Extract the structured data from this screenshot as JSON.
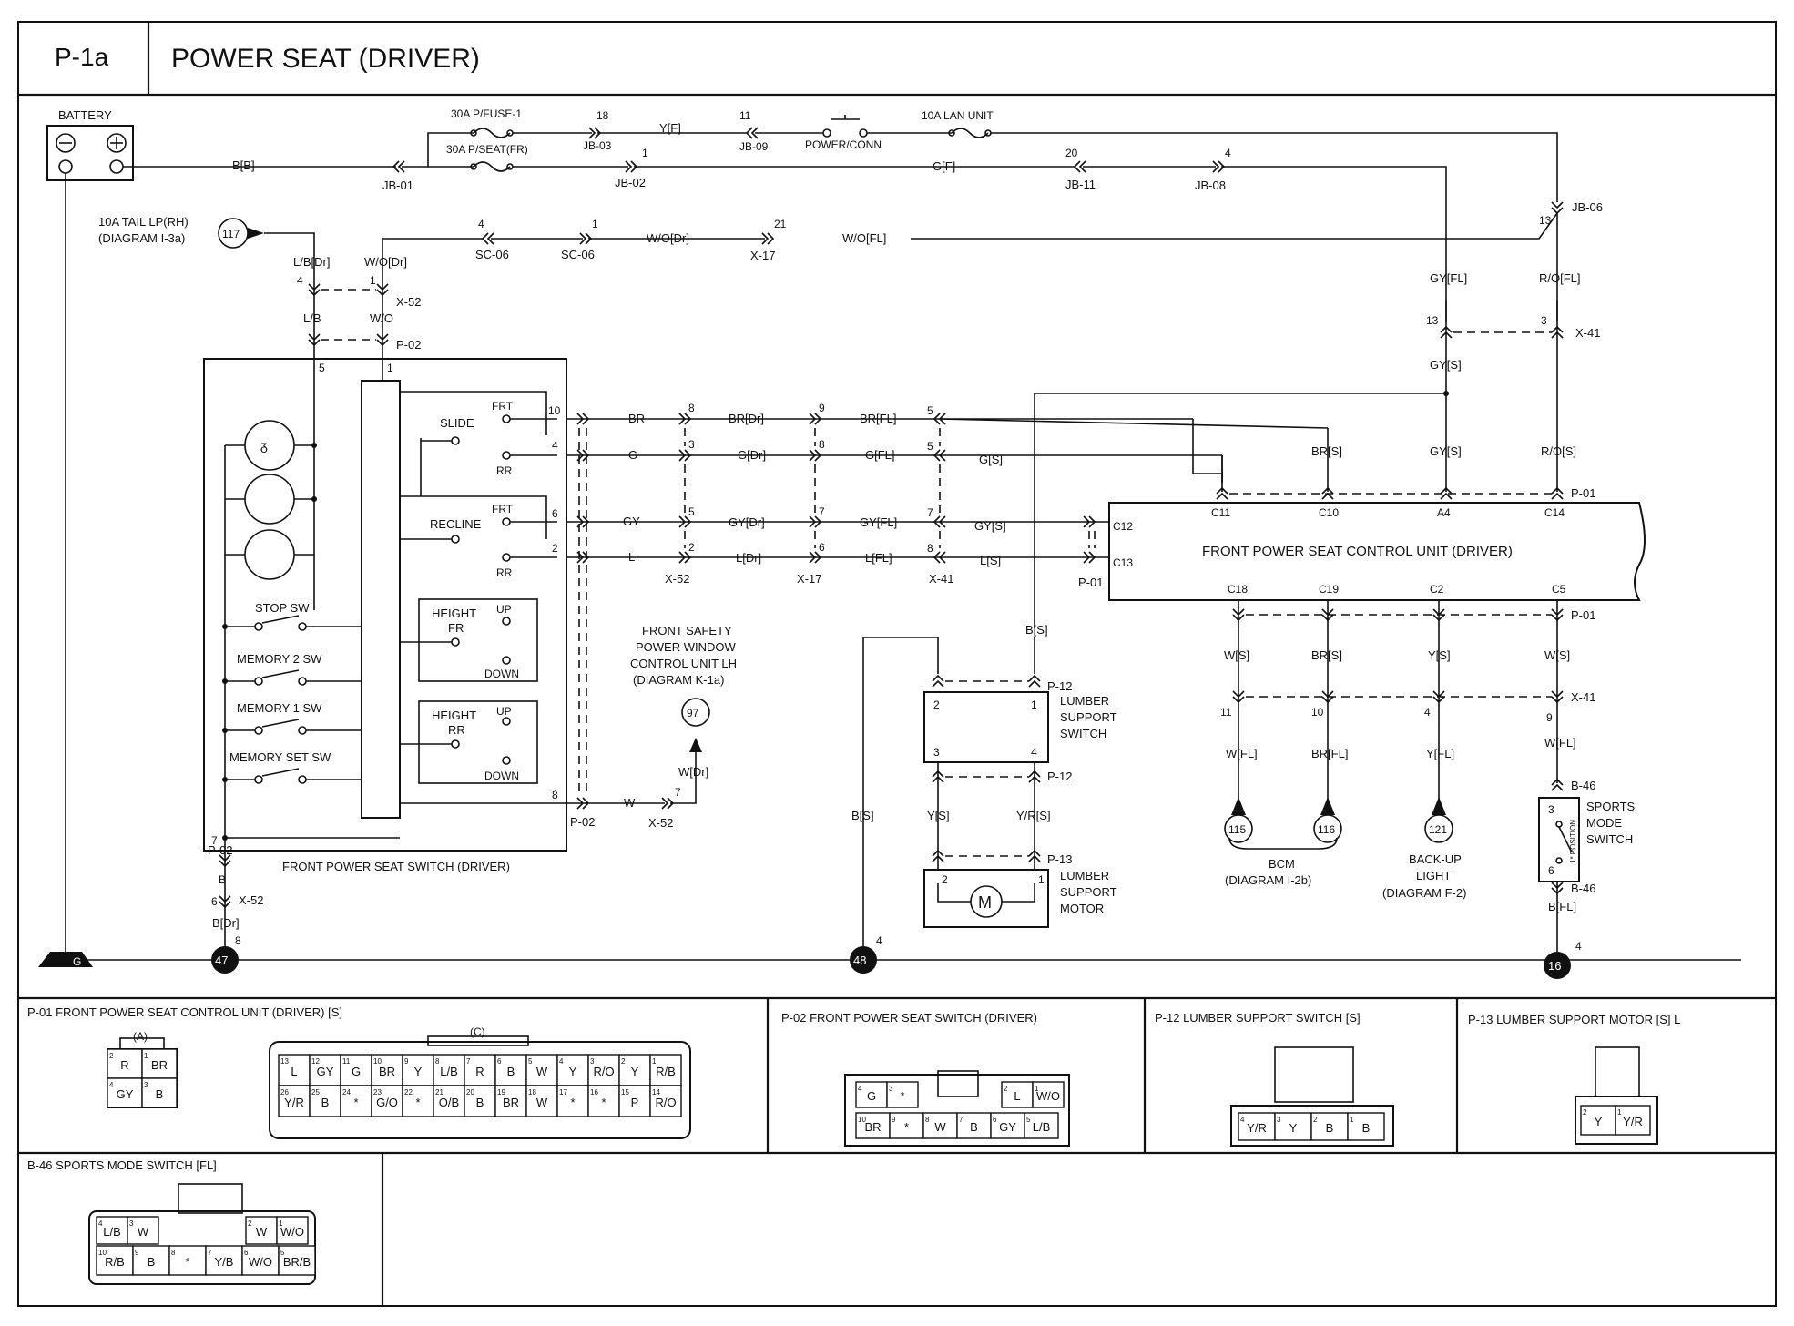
{
  "header": {
    "code": "P-1a",
    "title": "POWER SEAT (DRIVER)"
  },
  "components": {
    "battery": "BATTERY",
    "tail_lp_line1": "10A TAIL LP(RH)",
    "tail_lp_line2": "(DIAGRAM I-3a)",
    "tail_lp_ref": "117",
    "fuse_pfuse": "30A P/FUSE-1",
    "fuse_pseat": "30A P/SEAT(FR)",
    "power_conn": "POWER/CONN",
    "lan_unit": "10A LAN UNIT",
    "control_unit": "FRONT POWER SEAT CONTROL UNIT (DRIVER)",
    "seat_switch": "FRONT POWER SEAT SWITCH (DRIVER)",
    "slide": "SLIDE",
    "recline": "RECLINE",
    "frt1": "FRT",
    "rr1": "RR",
    "frt2": "FRT",
    "rr2": "RR",
    "height_fr_1": "HEIGHT",
    "height_fr_2": "FR",
    "height_rr_1": "HEIGHT",
    "height_rr_2": "RR",
    "up1": "UP",
    "down1": "DOWN",
    "up2": "UP",
    "down2": "DOWN",
    "stop_sw": "STOP SW",
    "memory2_sw": "MEMORY 2 SW",
    "memory1_sw": "MEMORY 1 SW",
    "memory_set_sw": "MEMORY SET SW",
    "window_unit_1": "FRONT SAFETY",
    "window_unit_2": "POWER WINDOW",
    "window_unit_3": "CONTROL UNIT LH",
    "window_unit_4": "(DIAGRAM K-1a)",
    "window_unit_ref": "97",
    "lumber_switch_1": "LUMBER",
    "lumber_switch_2": "SUPPORT",
    "lumber_switch_3": "SWITCH",
    "lumber_motor_1": "LUMBER",
    "lumber_motor_2": "SUPPORT",
    "lumber_motor_3": "MOTOR",
    "motor_symbol": "M",
    "sports_1": "SPORTS",
    "sports_2": "MODE",
    "sports_3": "SWITCH",
    "sports_pos": "1* POSITION",
    "bcm_1": "BCM",
    "bcm_2": "(DIAGRAM I-2b)",
    "backup_1": "BACK-UP",
    "backup_2": "LIGHT",
    "backup_3": "(DIAGRAM F-2)",
    "ref_115": "115",
    "ref_116": "116",
    "ref_121": "121",
    "ground_g": "G",
    "ground_47": "47",
    "ground_48": "48",
    "ground_16": "16"
  },
  "wires": {
    "bb": "B[B]",
    "yf": "Y[F]",
    "gf": "G[F]",
    "wodr1": "W/O[Dr]",
    "wofl": "W/O[FL]",
    "lbdr": "L/B[Dr]",
    "wodr2": "W/O[Dr]",
    "lb": "L/B",
    "wo": "W/O",
    "gyfl": "GY[FL]",
    "rofl": "R/O[FL]",
    "gys": "GY[S]",
    "br": "BR",
    "brdr": "BR[Dr]",
    "brfl": "BR[FL]",
    "g": "G",
    "gdr": "G[Dr]",
    "gfl": "G[FL]",
    "gs": "G[S]",
    "gy": "GY",
    "gydr": "GY[Dr]",
    "gyfl2": "GY[FL]",
    "gys2": "GY[S]",
    "l": "L",
    "ldr": "L[Dr]",
    "lfl": "L[FL]",
    "ls": "L[S]",
    "brs": "BR[S]",
    "gys3": "GY[S]",
    "ros": "R/O[S]",
    "w": "W",
    "wdr": "W[Dr]",
    "bs1": "B[S]",
    "bs2": "B[S]",
    "ys": "Y[S]",
    "yrs": "Y/R[S]",
    "ws1": "W[S]",
    "brs2": "BR[S]",
    "ys2": "Y[S]",
    "ws2": "W[S]",
    "wfl": "W[FL]",
    "brfl2": "BR[FL]",
    "yfl": "Y[FL]",
    "wfl2": "W[FL]",
    "b": "B",
    "bdr": "B[Dr]",
    "bfl": "B[FL]"
  },
  "connectors": {
    "jb01": "JB-01",
    "jb03": "JB-03",
    "jb09": "JB-09",
    "jb02": "JB-02",
    "jb11": "JB-11",
    "jb08": "JB-08",
    "jb06": "JB-06",
    "sc06a": "SC-06",
    "sc06b": "SC-06",
    "x17a": "X-17",
    "x52a": "X-52",
    "p02a": "P-02",
    "x41a": "X-41",
    "p01a": "P-01",
    "x52b": "X-52",
    "x17b": "X-17",
    "x41b": "X-41",
    "p01b": "P-01",
    "p02b": "P-02",
    "x52c": "X-52",
    "p01c": "P-01",
    "x41c": "X-41",
    "p12a": "P-12",
    "p12b": "P-12",
    "p13": "P-13",
    "b46a": "B-46",
    "b46b": "B-46",
    "p02c": "P-02",
    "x52d": "X-52"
  },
  "pins": {
    "n18": "18",
    "n11": "11",
    "n1a": "1",
    "n20": "20",
    "n4a": "4",
    "n13a": "13",
    "n4b": "4",
    "n1b": "1",
    "n21": "21",
    "n4c": "4",
    "n1c": "1",
    "n5": "5",
    "n1d": "1",
    "n13b": "13",
    "n3a": "3",
    "n10": "10",
    "n4d": "4",
    "n6": "6",
    "n2": "2",
    "n8a": "8",
    "c8": "8",
    "c9": "9",
    "c5": "5",
    "c3": "3",
    "c8b": "8",
    "c5b": "5",
    "c5c": "5",
    "c7": "7",
    "c7b": "7",
    "c2": "2",
    "c6": "6",
    "c8c": "8",
    "n7a": "7",
    "n7b": "7",
    "n8b": "8",
    "n6b": "6",
    "n8c": "8",
    "ls2": "2",
    "ls1": "1",
    "ls3": "3",
    "ls4": "4",
    "m2": "2",
    "m1": "1",
    "n11b": "11",
    "n10b": "10",
    "n4e": "4",
    "n9": "9",
    "s3": "3",
    "s6": "6",
    "g47": "8",
    "g48": "4",
    "g16": "4",
    "cu_c11": "C11",
    "cu_c10": "C10",
    "cu_a4": "A4",
    "cu_c14": "C14",
    "cu_c12": "C12",
    "cu_c13": "C13",
    "cu_c18": "C18",
    "cu_c19": "C19",
    "cu_c2": "C2",
    "cu_c5": "C5"
  },
  "panels": {
    "p01": {
      "title": "P-01 FRONT POWER SEAT CONTROL UNIT (DRIVER) [S]",
      "a_label": "(A)",
      "c_label": "(C)",
      "a_cells": [
        "R",
        "BR",
        "GY",
        "B"
      ],
      "a_pins": [
        "2",
        "1",
        "4",
        "3"
      ],
      "c_top": [
        "L",
        "GY",
        "G",
        "BR",
        "Y",
        "L/B",
        "R",
        "B",
        "W",
        "Y",
        "R/O",
        "Y",
        "R/B"
      ],
      "c_top_pins": [
        "13",
        "12",
        "11",
        "10",
        "9",
        "8",
        "7",
        "6",
        "5",
        "4",
        "3",
        "2",
        "1"
      ],
      "c_bot": [
        "Y/R",
        "B",
        "*",
        "G/O",
        "*",
        "O/B",
        "B",
        "BR",
        "W",
        "*",
        "*",
        "P",
        "R/O"
      ],
      "c_bot_pins": [
        "26",
        "25",
        "24",
        "23",
        "22",
        "21",
        "20",
        "19",
        "18",
        "17",
        "16",
        "15",
        "14"
      ]
    },
    "p02": {
      "title": "P-02 FRONT POWER SEAT SWITCH (DRIVER)",
      "top": [
        "G",
        "*",
        "L",
        "W/O"
      ],
      "top_pins": [
        "4",
        "3",
        "2",
        "1"
      ],
      "bot": [
        "BR",
        "*",
        "W",
        "B",
        "GY",
        "L/B"
      ],
      "bot_pins": [
        "10",
        "9",
        "8",
        "7",
        "6",
        "5"
      ]
    },
    "p12": {
      "title": "P-12 LUMBER SUPPORT SWITCH [S]",
      "cells": [
        "Y/R",
        "Y",
        "B",
        "B"
      ],
      "pins": [
        "4",
        "3",
        "2",
        "1"
      ]
    },
    "p13": {
      "title": "P-13 LUMBER SUPPORT MOTOR [S] L",
      "cells": [
        "Y",
        "Y/R"
      ],
      "pins": [
        "2",
        "1"
      ]
    },
    "b46": {
      "title": "B-46 SPORTS MODE SWITCH [FL]",
      "top": [
        "L/B",
        "W",
        "W",
        "W/O"
      ],
      "top_pins": [
        "4",
        "3",
        "2",
        "1"
      ],
      "bot": [
        "R/B",
        "B",
        "*",
        "Y/B",
        "W/O",
        "BR/B"
      ],
      "bot_pins": [
        "10",
        "9",
        "8",
        "7",
        "6",
        "5"
      ]
    }
  }
}
